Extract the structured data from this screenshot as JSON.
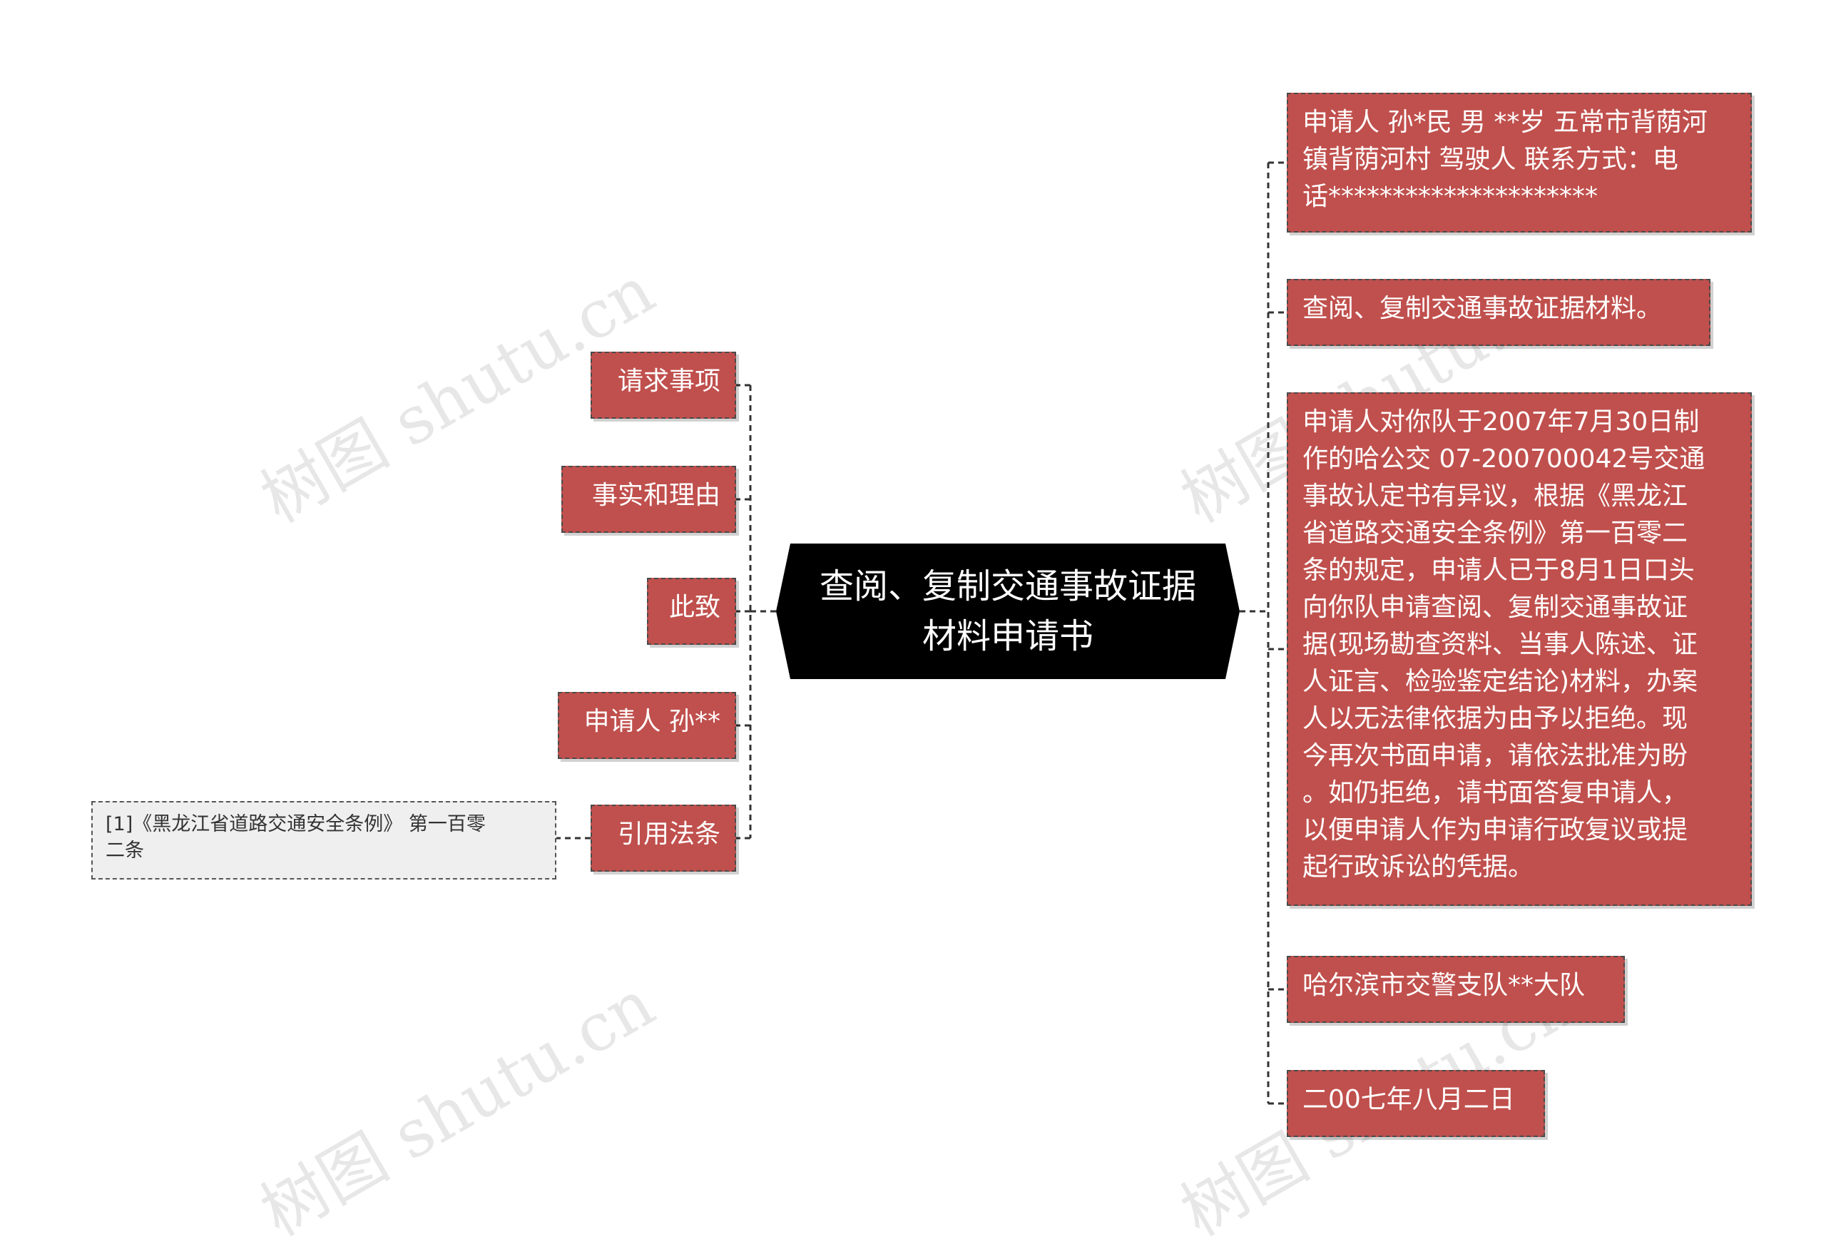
{
  "watermark": "树图 shutu.cn",
  "colors": {
    "node_fill": "#c0504d",
    "center_fill": "#000000",
    "leaf_fill": "#efefef",
    "connector": "#333333"
  },
  "center": {
    "line1": "查阅、复制交通事故证据",
    "line2": "材料申请书"
  },
  "left_nodes": [
    "请求事项",
    "事实和理由",
    "此致",
    "申请人 孙**",
    "引用法条"
  ],
  "leaf": {
    "line1": "[1]《黑龙江省道路交通安全条例》 第一百零",
    "line2": "二条"
  },
  "right_nodes": [
    [
      "申请人 孙*民 男 **岁 五常市背荫河",
      "镇背荫河村 驾驶人 联系方式：电",
      "话*********************"
    ],
    [
      "查阅、复制交通事故证据材料。"
    ],
    [
      "申请人对你队于2007年7月30日制",
      "作的哈公交 07-200700042号交通",
      "事故认定书有异议，根据《黑龙江",
      "省道路交通安全条例》第一百零二",
      "条的规定，申请人已于8月1日口头",
      "向你队申请查阅、复制交通事故证",
      "据(现场勘查资料、当事人陈述、证",
      "人证言、检验鉴定结论)材料，办案",
      "人以无法律依据为由予以拒绝。现",
      "今再次书面申请，请依法批准为盼",
      "。如仍拒绝，请书面答复申请人，",
      "以便申请人作为申请行政复议或提",
      "起行政诉讼的凭据。"
    ],
    [
      "哈尔滨市交警支队**大队"
    ],
    [
      "二00七年八月二日"
    ]
  ]
}
